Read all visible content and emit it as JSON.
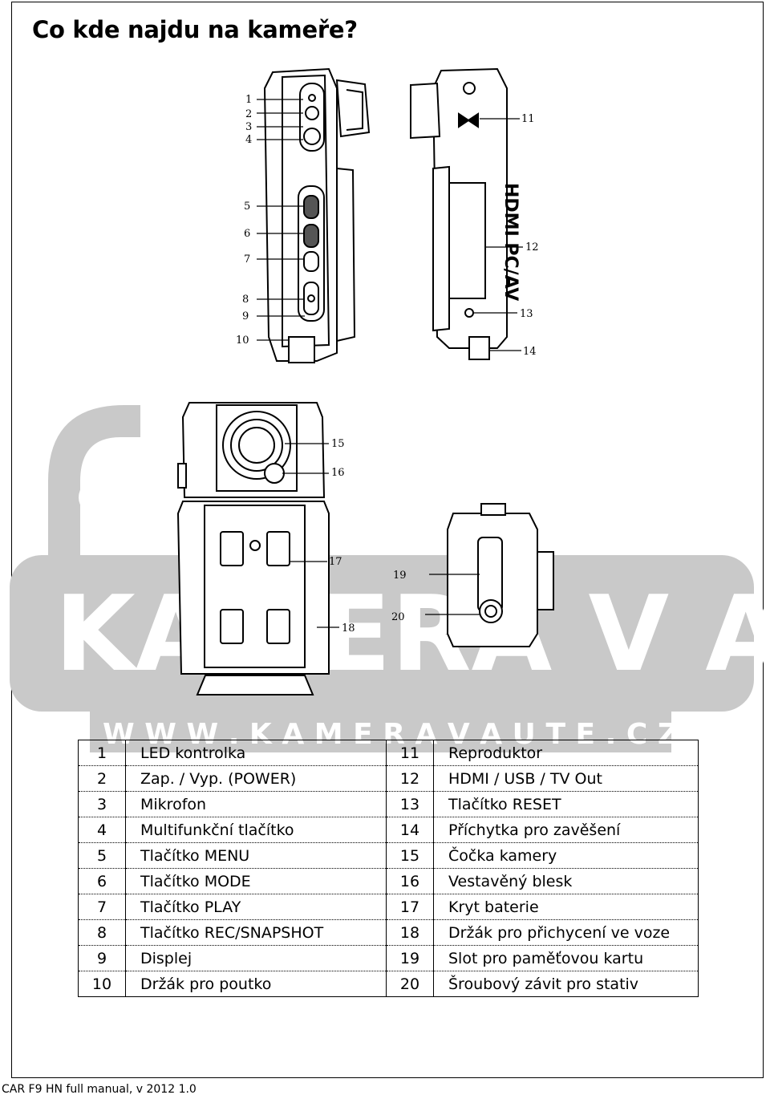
{
  "title": "Co kde najdu na kameře?",
  "footer": "CAR F9 HN full manual, v 2012 1.0",
  "watermark": {
    "logo_text": "KAMERA V AUTĚ",
    "url_text": "W W W . K A M E R A V A U T E . C Z",
    "color": "#c8c8c8"
  },
  "device_label": "HDMI PC/AV",
  "callouts": [
    "1",
    "2",
    "3",
    "4",
    "5",
    "6",
    "7",
    "8",
    "9",
    "10",
    "11",
    "12",
    "13",
    "14",
    "15",
    "16",
    "17",
    "18",
    "19",
    "20"
  ],
  "legend": [
    {
      "n": "1",
      "label": "LED kontrolka",
      "n2": "11",
      "label2": "Reproduktor"
    },
    {
      "n": "2",
      "label": "Zap. / Vyp. (POWER)",
      "n2": "12",
      "label2": "HDMI / USB / TV Out"
    },
    {
      "n": "3",
      "label": "Mikrofon",
      "n2": "13",
      "label2": "Tlačítko RESET"
    },
    {
      "n": "4",
      "label": "Multifunkční tlačítko",
      "n2": "14",
      "label2": "Příchytka pro zavěšení"
    },
    {
      "n": "5",
      "label": "Tlačítko MENU",
      "n2": "15",
      "label2": "Čočka kamery"
    },
    {
      "n": "6",
      "label": "Tlačítko MODE",
      "n2": "16",
      "label2": "Vestavěný blesk"
    },
    {
      "n": "7",
      "label": "Tlačítko PLAY",
      "n2": "17",
      "label2": "Kryt baterie"
    },
    {
      "n": "8",
      "label": "Tlačítko REC/SNAPSHOT",
      "n2": "18",
      "label2": "Držák pro přichycení ve voze"
    },
    {
      "n": "9",
      "label": "Displej",
      "n2": "19",
      "label2": "Slot pro paměťovou kartu"
    },
    {
      "n": "10",
      "label": "Držák pro poutko",
      "n2": "20",
      "label2": "Šroubový závit pro stativ"
    }
  ]
}
